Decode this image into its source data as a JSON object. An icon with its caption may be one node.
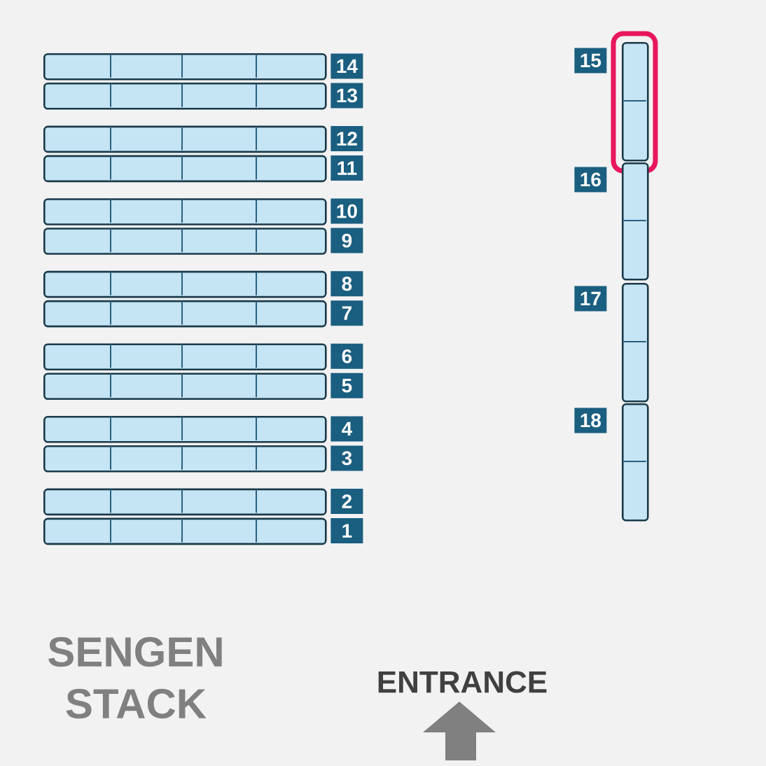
{
  "diagram": {
    "nodes": [
      {
        "text": [],
        "shape": "bar",
        "beside": [
          "14"
        ]
      },
      {
        "text": [],
        "shape": "bar",
        "beside": [
          "13"
        ]
      },
      {
        "text": [],
        "shape": "bar",
        "beside": [
          "12"
        ]
      },
      {
        "text": [],
        "shape": "bar",
        "beside": [
          "11"
        ]
      },
      {
        "text": [],
        "shape": "bar",
        "beside": [
          "10"
        ]
      },
      {
        "text": [],
        "shape": "bar",
        "beside": [
          "9"
        ]
      },
      {
        "text": [],
        "shape": "bar",
        "beside": [
          "8"
        ]
      },
      {
        "text": [],
        "shape": "bar",
        "beside": [
          "7"
        ]
      },
      {
        "text": [],
        "shape": "bar",
        "beside": [
          "6"
        ]
      },
      {
        "text": [],
        "shape": "bar",
        "beside": [
          "5"
        ]
      },
      {
        "text": [],
        "shape": "bar",
        "beside": [
          "4"
        ]
      },
      {
        "text": [],
        "shape": "bar",
        "beside": [
          "3"
        ]
      },
      {
        "text": [],
        "shape": "bar",
        "beside": [
          "2"
        ]
      },
      {
        "text": [],
        "shape": "bar",
        "beside": [
          "1"
        ]
      },
      {
        "text": [],
        "shape": "bar",
        "beside": [
          "15"
        ]
      },
      {
        "text": [],
        "shape": "bar",
        "beside": [
          "16"
        ]
      },
      {
        "text": [],
        "shape": "bar",
        "beside": [
          "17"
        ]
      },
      {
        "text": [],
        "shape": "bar",
        "beside": [
          "18"
        ]
      }
    ],
    "labels": [
      "SENGEN STACK",
      "ENTRANCE"
    ]
  }
}
